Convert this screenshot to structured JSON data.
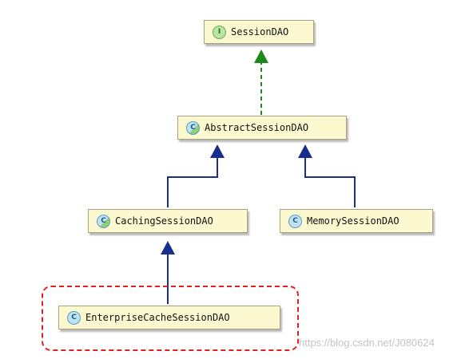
{
  "nodes": {
    "session_dao": {
      "label": "SessionDAO",
      "badge": "I"
    },
    "abstract_session_dao": {
      "label": "AbstractSessionDAO",
      "badge": "C"
    },
    "caching_session_dao": {
      "label": "CachingSessionDAO",
      "badge": "C"
    },
    "memory_session_dao": {
      "label": "MemorySessionDAO",
      "badge": "C"
    },
    "enterprise_cache_session_dao": {
      "label": "EnterpriseCacheSessionDAO",
      "badge": "C"
    }
  },
  "colors": {
    "implements_arrow": "#1e8a1e",
    "extends_arrow": "#1a2f8c",
    "node_fill": "#fcf8d0",
    "highlight_border": "#e02020"
  },
  "watermark": "https://blog.csdn.net/J080624"
}
